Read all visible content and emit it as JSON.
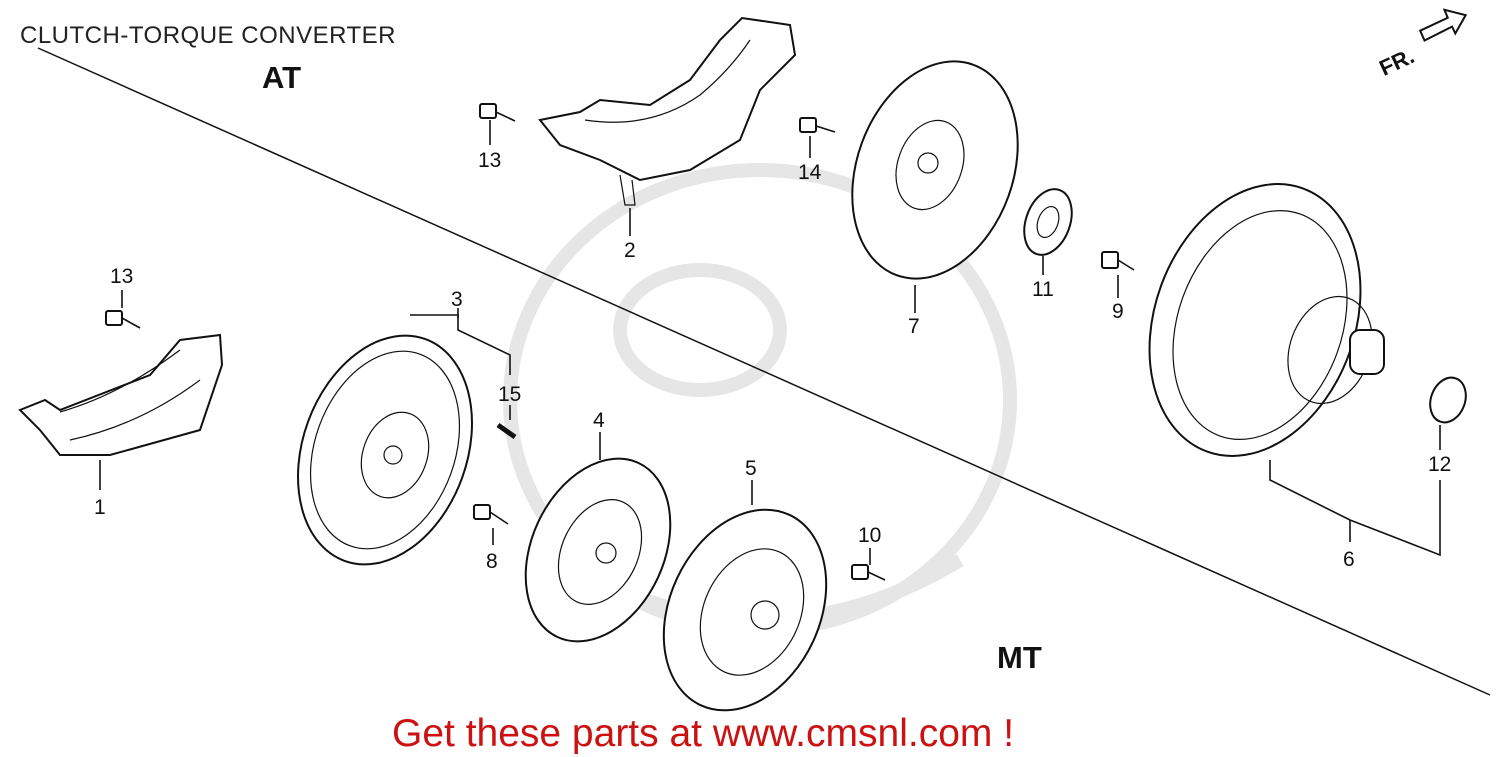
{
  "title": "CLUTCH-TORQUE CONVERTER",
  "sections": {
    "at": "AT",
    "mt": "MT"
  },
  "orientation_label": "FR.",
  "footer": "Get these parts at www.cmsnl.com !",
  "callouts": {
    "p1": "1",
    "p2": "2",
    "p3": "3",
    "p4": "4",
    "p5": "5",
    "p6": "6",
    "p7": "7",
    "p8": "8",
    "p9": "9",
    "p10": "10",
    "p11": "11",
    "p12": "12",
    "p13a": "13",
    "p13b": "13",
    "p14": "14",
    "p15": "15"
  },
  "colors": {
    "footer": "#cc1111",
    "lines": "#111111",
    "watermark": "#e6e6e6"
  }
}
